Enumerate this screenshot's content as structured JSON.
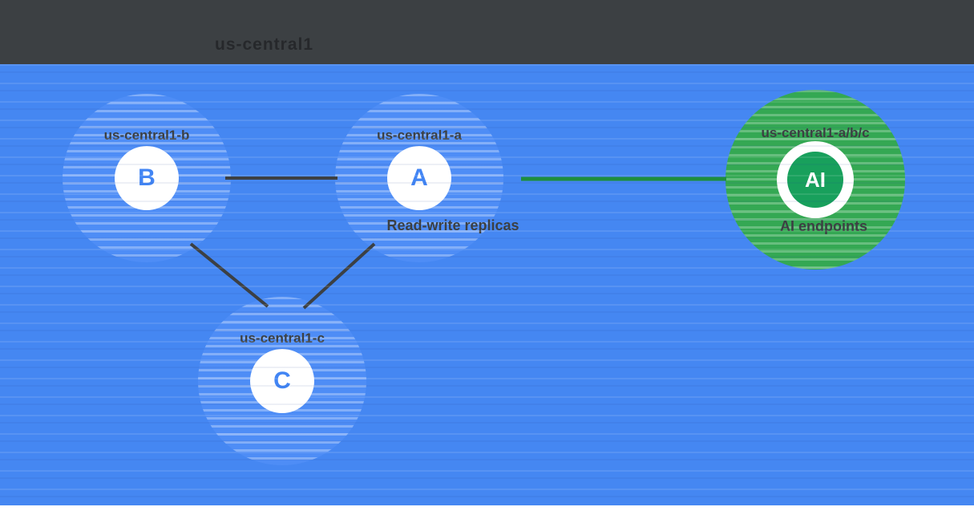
{
  "header": {
    "title": "us-central1"
  },
  "nodes": {
    "b": {
      "zone_label": "us-central1-b",
      "letter": "B"
    },
    "a": {
      "zone_label": "us-central1-a",
      "letter": "A"
    },
    "c": {
      "zone_label": "us-central1-c",
      "letter": "C"
    },
    "ai": {
      "zone_label": "us-central1-a/b/c",
      "letter": "AI"
    }
  },
  "annotations": {
    "replicas_caption": "Read-write replicas",
    "ai_caption": "AI endpoints"
  },
  "colors": {
    "region_blue": "#4587f2",
    "zone_blue": "#4e8df6",
    "zone_green": "#34a853",
    "ai_core_green": "#18a05c",
    "letter_blue": "#4285f4",
    "dark_gray": "#3c4043",
    "link_green": "#1e8e3e"
  }
}
